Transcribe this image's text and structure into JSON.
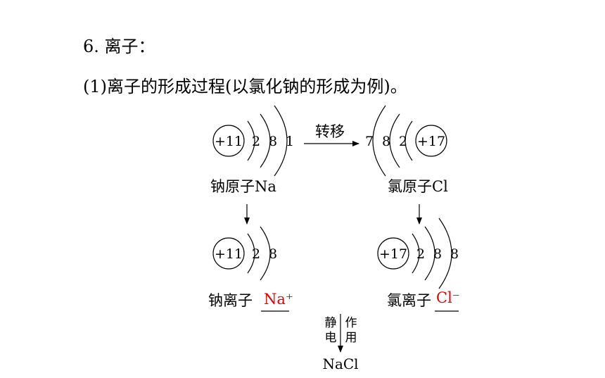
{
  "title": "6. 离子：",
  "subtitle": "(1)离子的形成过程(以氯化钠的形成为例)。",
  "transfer_label": "转移",
  "sodium_atom": {
    "charge": "+11",
    "shells": [
      "2",
      "8",
      "1"
    ],
    "label": "钠原子Na"
  },
  "chlorine_atom": {
    "charge": "+17",
    "shells": [
      "7",
      "8",
      "2"
    ],
    "label": "氯原子Cl"
  },
  "sodium_ion": {
    "charge": "+11",
    "shells": [
      "2",
      "8"
    ],
    "label": "钠离子",
    "answer": "Na⁺"
  },
  "chloride_ion": {
    "charge": "+17",
    "shells": [
      "2",
      "8",
      "8"
    ],
    "label": "氯离子",
    "answer": "Cl⁻"
  },
  "bond_label": {
    "left_top": "静",
    "left_bottom": "电",
    "right_top": "作",
    "right_bottom": "用"
  },
  "product": "NaCl",
  "colors": {
    "answer": "#e00000",
    "ink": "#000000"
  }
}
